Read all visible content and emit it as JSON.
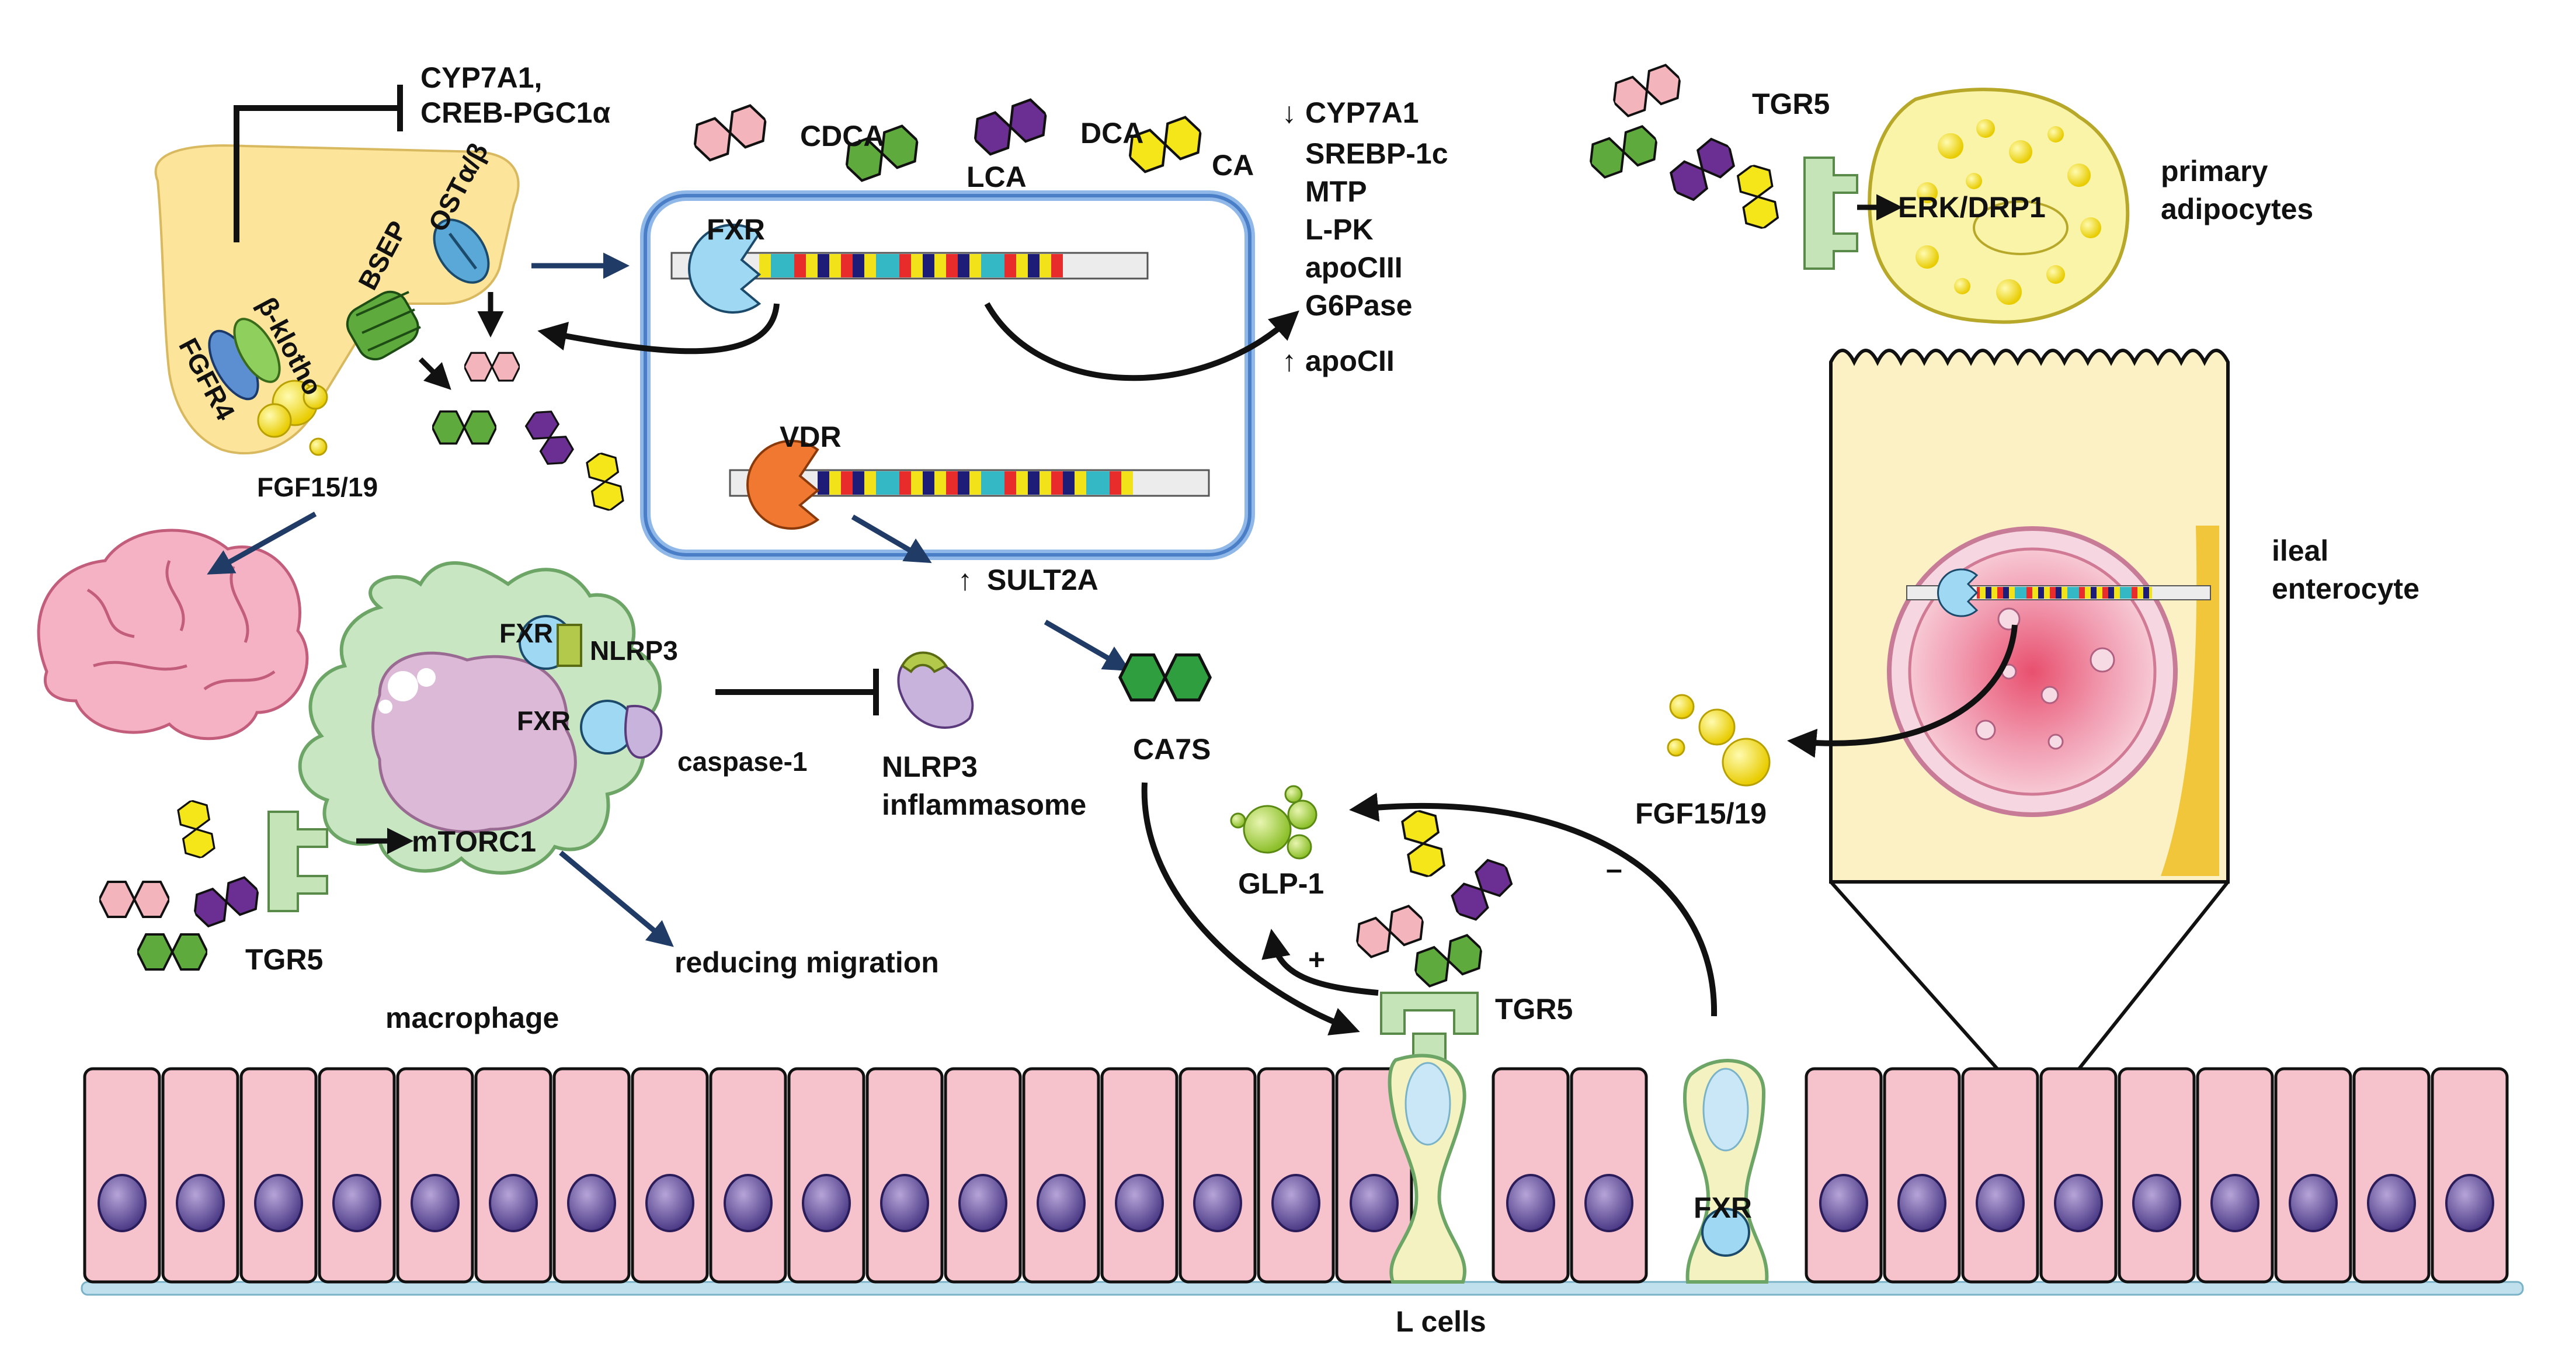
{
  "liver": {
    "inhibit_target_line1": "CYP7A1,",
    "inhibit_target_line2": "CREB-PGC1α",
    "bsep": "BSEP",
    "ost": "OSTα/β",
    "beta_klotho": "β-klotho",
    "fgfr4": "FGFR4",
    "fgf_liver": "FGF15/19"
  },
  "bile_acids": {
    "cdca": "CDCA",
    "lca": "LCA",
    "dca": "DCA",
    "ca": "CA",
    "colors": {
      "cdca": "#f4b4bc",
      "lca": "#6b2f93",
      "dca": "#f5e61a",
      "ca": "#5faa3c"
    }
  },
  "nucleus_panel": {
    "fxr": "FXR",
    "vdr": "VDR",
    "sult2a": "SULT2A",
    "ca7s": "CA7S"
  },
  "gene_list": {
    "line1": "CYP7A1",
    "line2": "SREBP-1c",
    "line3": "MTP",
    "line4": "L-PK",
    "line5": "apoCIII",
    "line6": "G6Pase",
    "line7": "apoCII"
  },
  "adipocyte": {
    "tgr5": "TGR5",
    "erk": "ERK/DRP1",
    "label_line1": "primary",
    "label_line2": "adipocytes"
  },
  "enterocyte": {
    "label_line1": "ileal",
    "label_line2": "enterocyte",
    "fgf": "FGF15/19"
  },
  "macrophage": {
    "fxr1": "FXR",
    "nlrp3": "NLRP3",
    "fxr2": "FXR",
    "caspase": "caspase-1",
    "mtorc1": "mTORC1",
    "tgr5": "TGR5",
    "label": "macrophage",
    "reducing": "reducing migration"
  },
  "inflammasome": {
    "line1": "NLRP3",
    "line2": "inflammasome"
  },
  "gut": {
    "glp1": "GLP-1",
    "plus": "+",
    "minus": "–",
    "tgr5": "TGR5",
    "fxr": "FXR",
    "lcells": "L cells"
  }
}
